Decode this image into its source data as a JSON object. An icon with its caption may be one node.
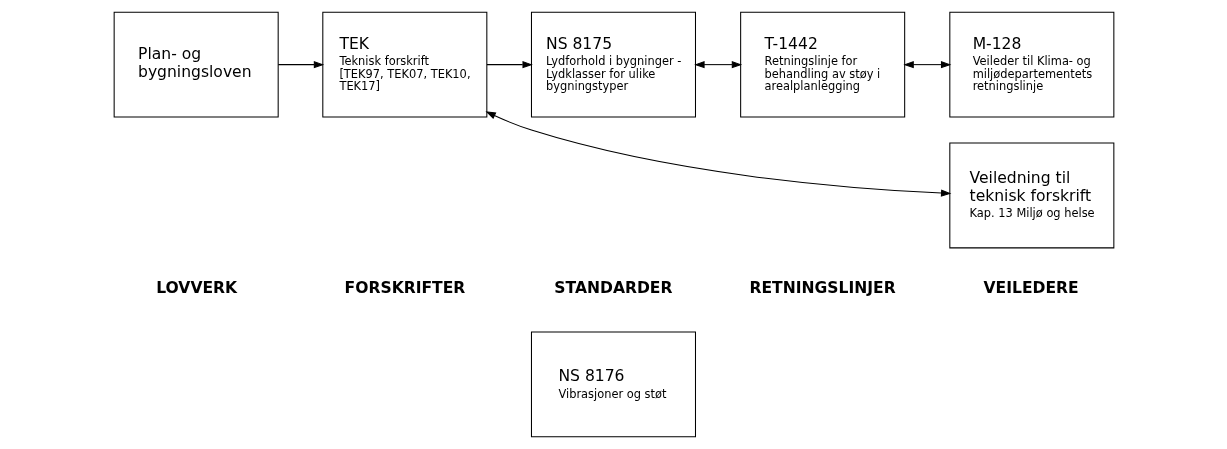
{
  "diagram": {
    "nodes": [
      {
        "text": [
          "Plan- og bygningsloven"
        ]
      },
      {
        "text": [
          "TEK",
          "Teknisk forskrift [TEK97, TEK07, TEK10, TEK17]"
        ]
      },
      {
        "text": [
          "NS 8175",
          "Lydforhold i bygninger - Lydklasser for ulike bygningstyper"
        ]
      },
      {
        "text": [
          "T-1442",
          "Retningslinje for behandling av støy i arealplanlegging"
        ]
      },
      {
        "text": [
          "M-128",
          "Veileder til Klima- og miljødepartementets retningslinje"
        ]
      },
      {
        "text": [
          "NS 8176",
          "Vibrasjoner og støt"
        ]
      },
      {
        "text": [
          "Veiledning til teknisk forskrift",
          "Kap. 13 Miljø og helse"
        ]
      }
    ],
    "edges": [
      {
        "from": 0,
        "to": 1,
        "arrow": "to"
      },
      {
        "from": 1,
        "to": 2,
        "arrow": "to"
      },
      {
        "from": 2,
        "to": 3,
        "arrow": "both"
      },
      {
        "from": 3,
        "to": 4,
        "arrow": "both"
      },
      {
        "from": 6,
        "to": 1,
        "arrow": "both"
      }
    ],
    "labels": [
      "LOVVERK",
      "FORSKRIFTER",
      "STANDARDER",
      "RETNINGSLINJER",
      "VEILEDERE"
    ]
  }
}
